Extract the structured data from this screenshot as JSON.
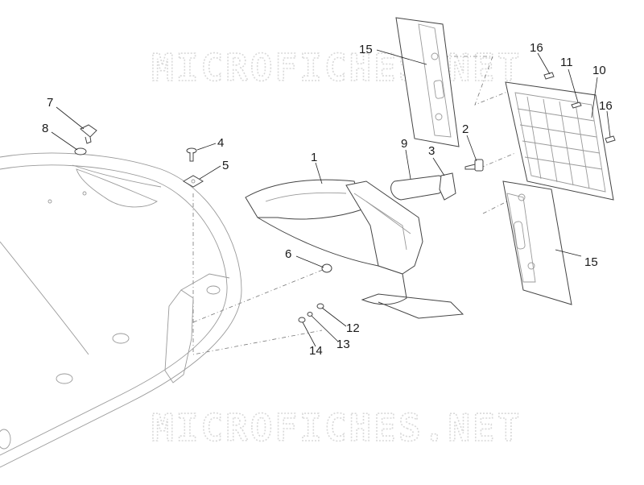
{
  "watermark": {
    "top": "MICROFICHES.NET",
    "bottom": "MICROFICHES.NET"
  },
  "callouts": [
    {
      "id": "c1",
      "label": "1"
    },
    {
      "id": "c2",
      "label": "2"
    },
    {
      "id": "c3",
      "label": "3"
    },
    {
      "id": "c4",
      "label": "4"
    },
    {
      "id": "c5",
      "label": "5"
    },
    {
      "id": "c6",
      "label": "6"
    },
    {
      "id": "c7",
      "label": "7"
    },
    {
      "id": "c8",
      "label": "8"
    },
    {
      "id": "c9",
      "label": "9"
    },
    {
      "id": "c10",
      "label": "10"
    },
    {
      "id": "c11",
      "label": "11"
    },
    {
      "id": "c12",
      "label": "12"
    },
    {
      "id": "c13",
      "label": "13"
    },
    {
      "id": "c14",
      "label": "14"
    },
    {
      "id": "c15a",
      "label": "15"
    },
    {
      "id": "c15b",
      "label": "15"
    },
    {
      "id": "c16a",
      "label": "16"
    },
    {
      "id": "c16b",
      "label": "16"
    }
  ]
}
